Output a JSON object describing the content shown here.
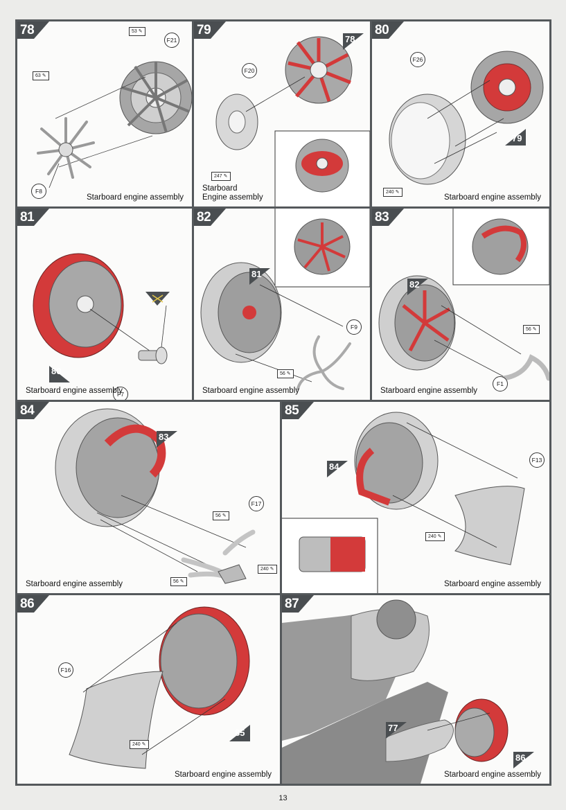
{
  "page_number": "13",
  "steps": [
    {
      "number": "78",
      "caption": "Starboard engine assembly",
      "callouts": [
        "F21",
        "F8"
      ],
      "paints": [
        "53",
        "63"
      ]
    },
    {
      "number": "79",
      "caption_line1": "Starboard",
      "caption_line2": "Engine assembly",
      "callouts": [
        "F20"
      ],
      "paints": [
        "247"
      ],
      "refs": [
        "78"
      ]
    },
    {
      "number": "80",
      "caption": "Starboard engine assembly",
      "callouts": [
        "F26"
      ],
      "paints": [
        "240"
      ],
      "refs": [
        "79"
      ]
    },
    {
      "number": "81",
      "caption": "Starboard engine assembly",
      "callouts": [
        "F7"
      ],
      "refs": [
        "80"
      ]
    },
    {
      "number": "82",
      "caption": "Starboard engine assembly",
      "callouts": [
        "F9"
      ],
      "paints": [
        "56"
      ],
      "refs": [
        "81"
      ]
    },
    {
      "number": "83",
      "caption": "Starboard engine assembly",
      "callouts": [
        "F1"
      ],
      "paints": [
        "56"
      ],
      "refs": [
        "82"
      ]
    },
    {
      "number": "84",
      "caption": "Starboard engine assembly",
      "callouts": [
        "F17"
      ],
      "paints": [
        "56",
        "240",
        "56"
      ],
      "refs": [
        "83"
      ]
    },
    {
      "number": "85",
      "caption": "Starboard engine assembly",
      "callouts": [
        "F13"
      ],
      "paints": [
        "240"
      ],
      "refs": [
        "84"
      ]
    },
    {
      "number": "86",
      "caption": "Starboard engine assembly",
      "callouts": [
        "F16"
      ],
      "paints": [
        "240"
      ],
      "refs": [
        "85"
      ]
    },
    {
      "number": "87",
      "caption": "Starboard engine assembly",
      "refs": [
        "77",
        "86"
      ]
    }
  ],
  "colors": {
    "red": "#d33a3a",
    "frame": "#54585b",
    "badge": "#4a4e51",
    "metal": "#b9b9b9"
  }
}
